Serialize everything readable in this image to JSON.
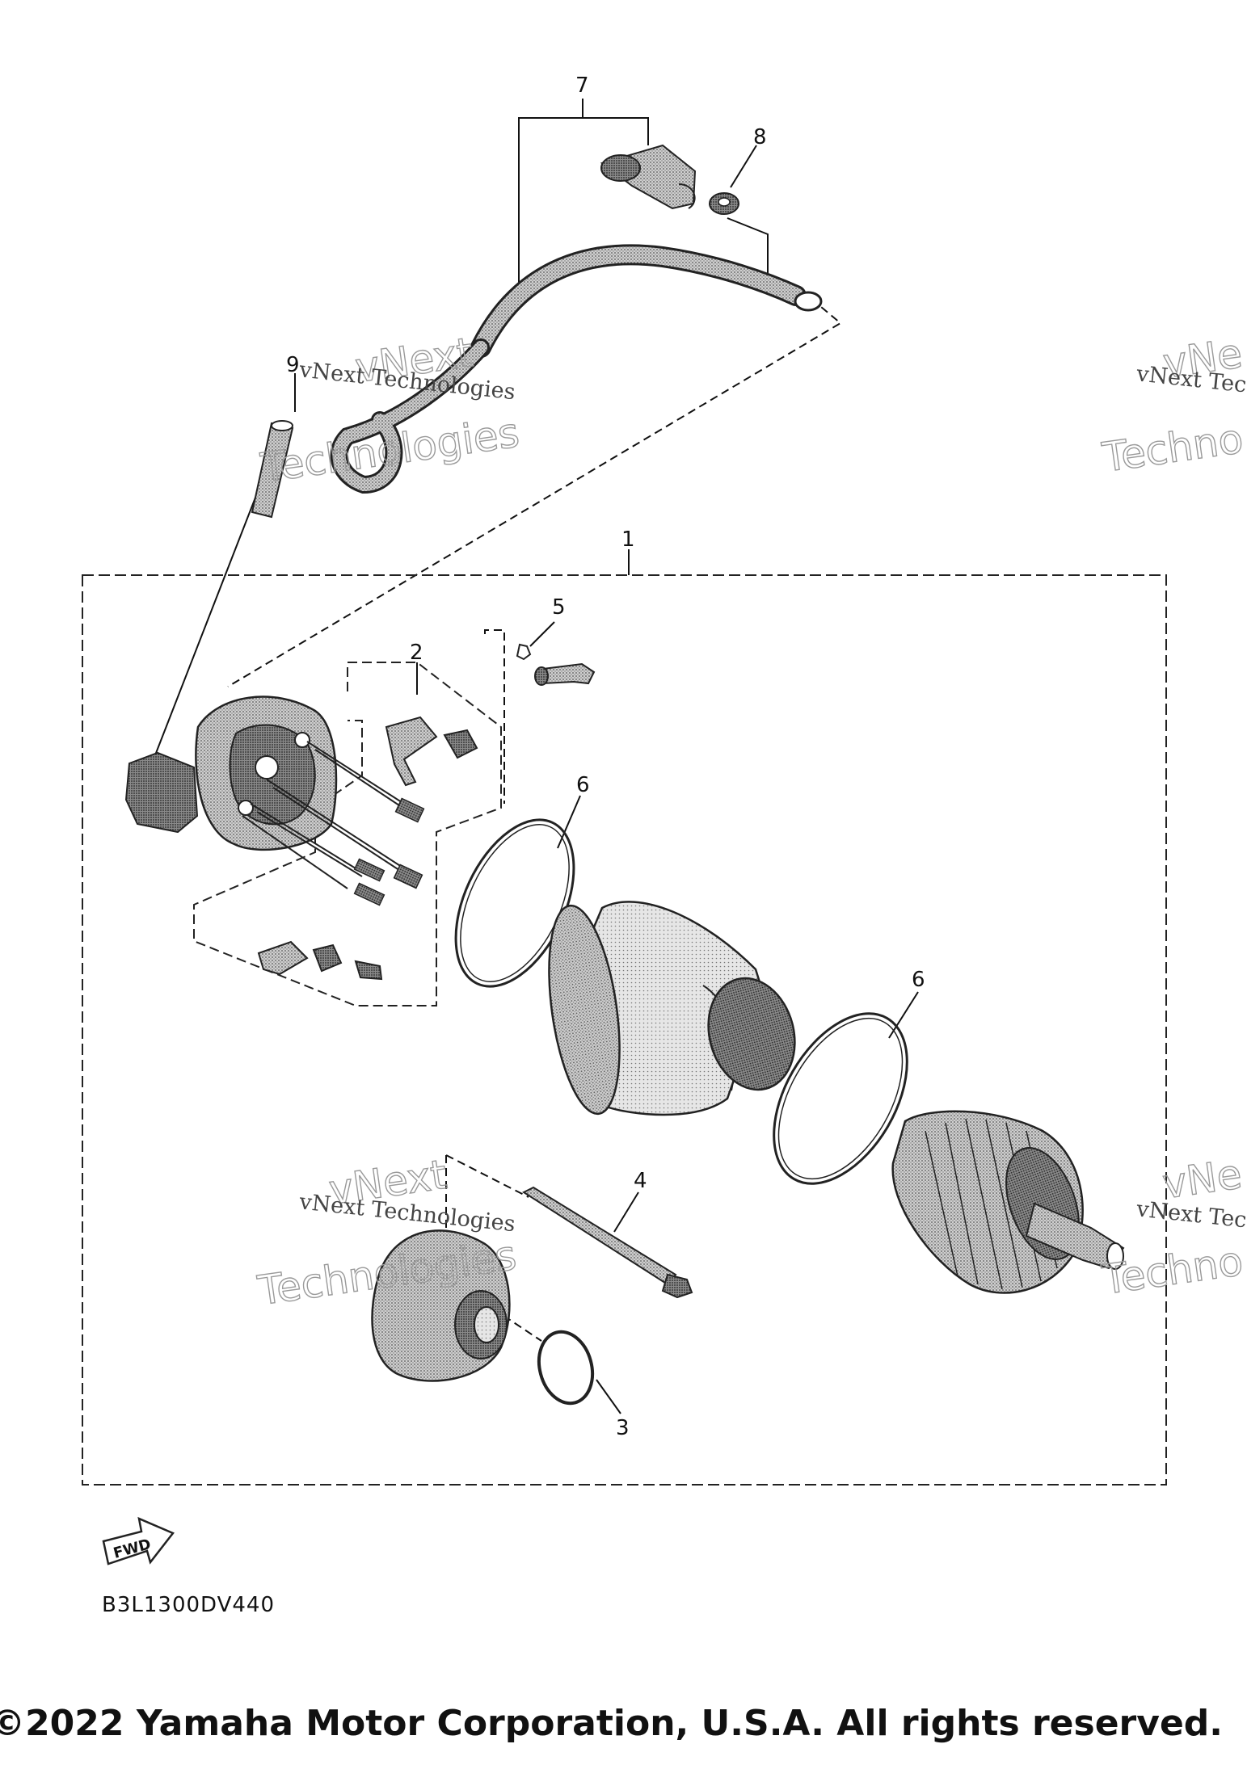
{
  "callouts": {
    "c1": "1",
    "c2": "2",
    "c3": "3",
    "c4": "4",
    "c5": "5",
    "c6a": "6",
    "c6b": "6",
    "c7": "7",
    "c8": "8",
    "c9": "9"
  },
  "watermark": {
    "small": "vNext Technologies",
    "small_right": "vNext Tec",
    "big_top": "vNext",
    "big_bottom": "Technologies",
    "big_bottom_right": "Techno",
    "big_top_right": "vNe"
  },
  "fwd_label": "FWD",
  "diagram_code": "B3L1300DV440",
  "copyright": "©2022 Yamaha Motor Corporation, U.S.A. All rights reserved."
}
